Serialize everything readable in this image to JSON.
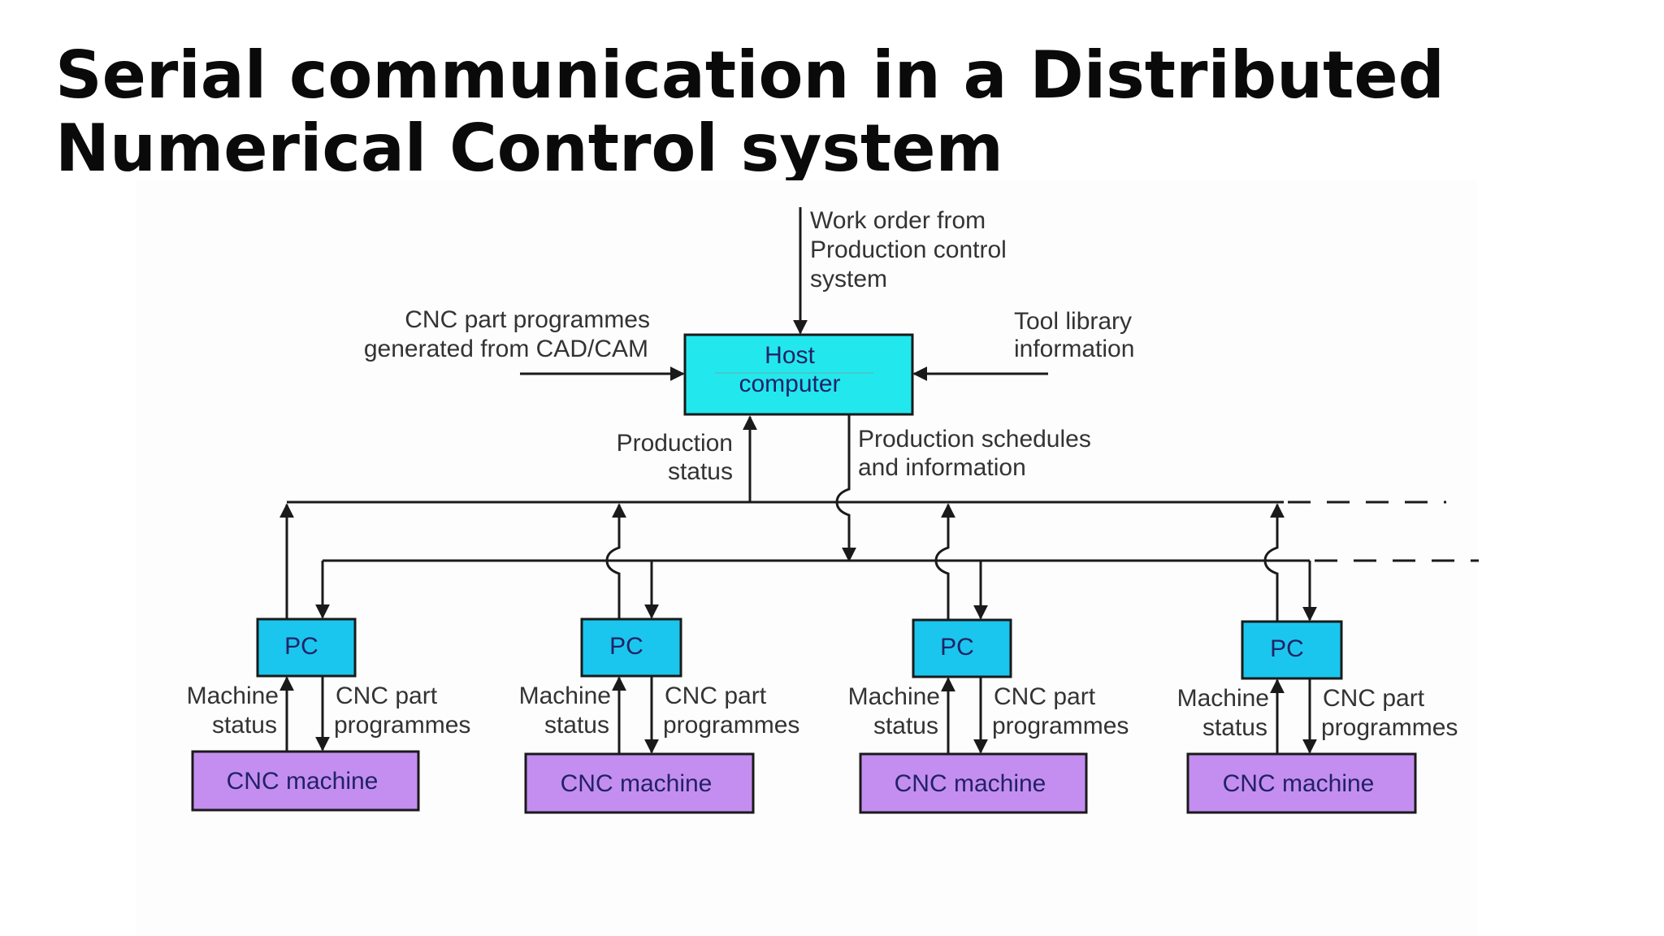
{
  "title": {
    "line1": "Serial communication in a Distributed",
    "line2": "Numerical Control system"
  },
  "colors": {
    "host": "#22e8ee",
    "pc": "#1bc6ee",
    "cnc": "#c48ef0",
    "line": "#1a1a1a"
  },
  "host": {
    "label_line1": "Host",
    "label_line2": "computer"
  },
  "inputs": {
    "work_order": [
      "Work order from",
      "Production control",
      "system"
    ],
    "cad_cam": [
      "CNC part programmes",
      "generated from CAD/CAM"
    ],
    "tool_library": [
      "Tool library",
      "information"
    ]
  },
  "bus_labels": {
    "production_status": [
      "Production",
      "status"
    ],
    "schedules": [
      "Production schedules",
      "and information"
    ]
  },
  "stations": [
    {
      "pc": "PC",
      "machine": "CNC machine",
      "status_label": [
        "Machine",
        "status"
      ],
      "programmes_label": [
        "CNC part",
        "programmes"
      ]
    },
    {
      "pc": "PC",
      "machine": "CNC machine",
      "status_label": [
        "Machine",
        "status"
      ],
      "programmes_label": [
        "CNC part",
        "programmes"
      ]
    },
    {
      "pc": "PC",
      "machine": "CNC machine",
      "status_label": [
        "Machine",
        "status"
      ],
      "programmes_label": [
        "CNC part",
        "programmes"
      ]
    },
    {
      "pc": "PC",
      "machine": "CNC machine",
      "status_label": [
        "Machine",
        "status"
      ],
      "programmes_label": [
        "CNC part",
        "programmes"
      ]
    }
  ]
}
